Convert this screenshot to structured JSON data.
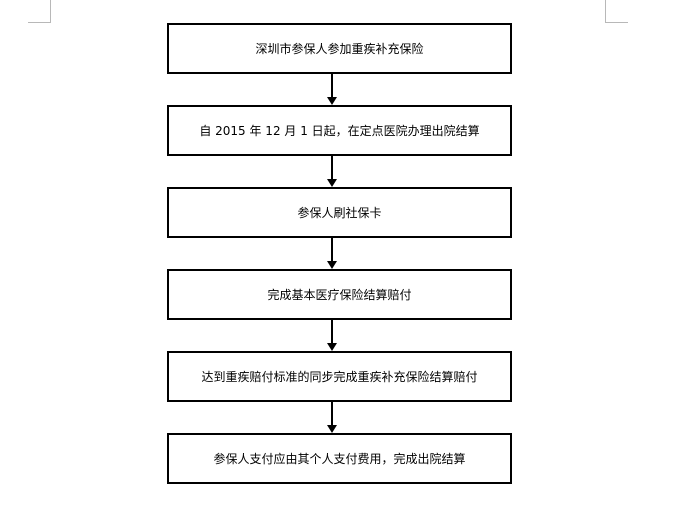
{
  "flowchart": {
    "steps": [
      "深圳市参保人参加重疾补充保险",
      "自 2015 年 12 月 1 日起，在定点医院办理出院结算",
      "参保人刷社保卡",
      "完成基本医疗保险结算赔付",
      "达到重疾赔付标准的同步完成重疾补充保险结算赔付",
      "参保人支付应由其个人支付费用，完成出院结算"
    ]
  },
  "colors": {
    "line": "#000000",
    "background": "#ffffff",
    "page_corner": "#b8b8b8"
  }
}
